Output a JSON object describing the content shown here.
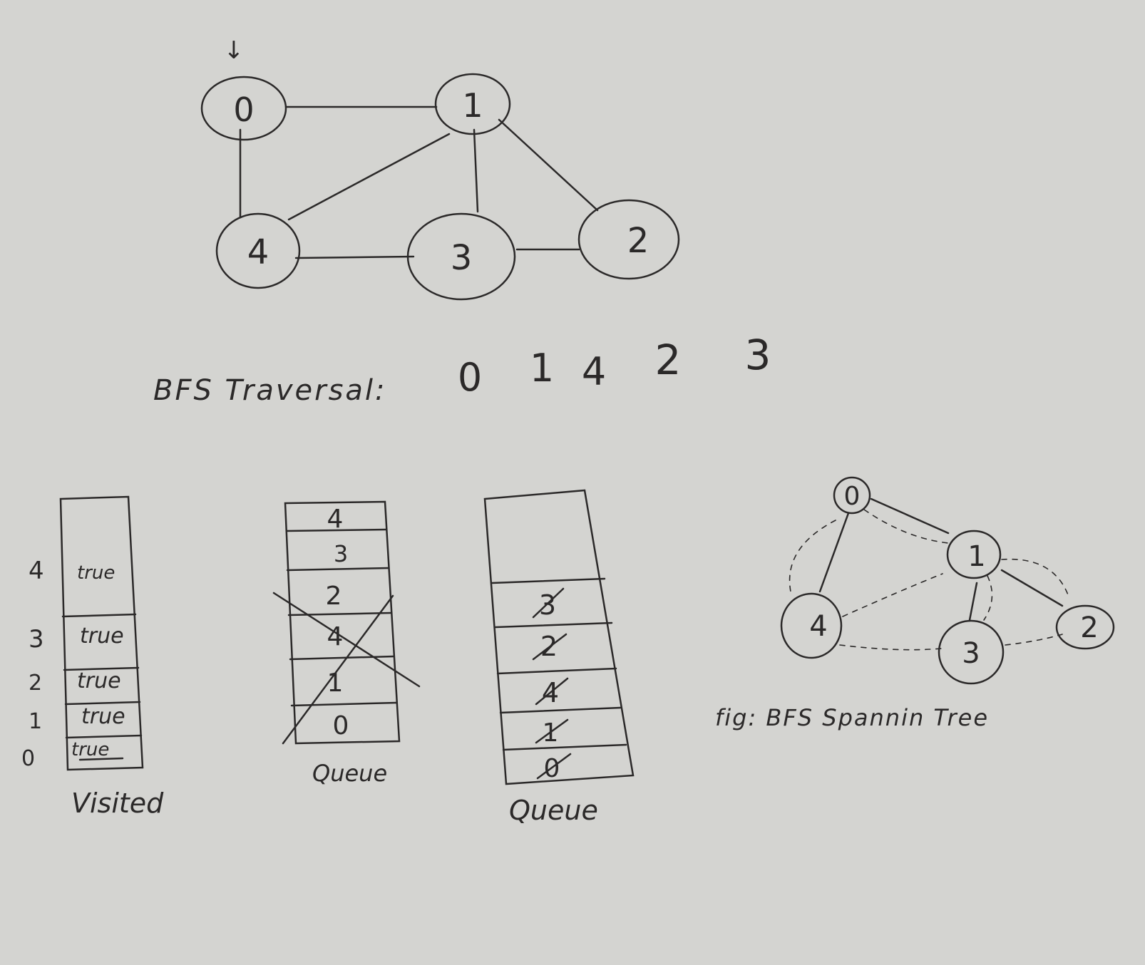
{
  "colors": {
    "paper": "#d4d4d1",
    "ink": "#2b2929"
  },
  "graph": {
    "start_marker": "↓",
    "nodes": [
      "0",
      "1",
      "2",
      "3",
      "4"
    ],
    "edges": [
      [
        "0",
        "1"
      ],
      [
        "0",
        "4"
      ],
      [
        "1",
        "4"
      ],
      [
        "1",
        "3"
      ],
      [
        "1",
        "2"
      ],
      [
        "4",
        "3"
      ],
      [
        "3",
        "2"
      ]
    ]
  },
  "traversal": {
    "label": "BFS Traversal:",
    "order": [
      "0",
      "1",
      "4",
      "2",
      "3"
    ]
  },
  "visited": {
    "caption": "Visited",
    "rows": [
      {
        "index": "4",
        "value": "true"
      },
      {
        "index": "3",
        "value": "true"
      },
      {
        "index": "2",
        "value": "true"
      },
      {
        "index": "1",
        "value": "true"
      },
      {
        "index": "0",
        "value": "true"
      }
    ]
  },
  "queue1": {
    "caption": "Queue",
    "cells": [
      "4",
      "3",
      "2",
      "4",
      "1",
      "0"
    ]
  },
  "queue2": {
    "caption": "Queue",
    "cells": [
      "3",
      "2",
      "4",
      "1",
      "0"
    ]
  },
  "spanning_tree": {
    "caption": "fig: BFS Spannin Tree",
    "nodes": [
      "0",
      "1",
      "2",
      "3",
      "4"
    ],
    "tree_edges": [
      [
        "0",
        "1"
      ],
      [
        "0",
        "4"
      ],
      [
        "1",
        "3"
      ],
      [
        "1",
        "2"
      ]
    ],
    "dashed_edges": [
      [
        "0",
        "4"
      ],
      [
        "0",
        "1"
      ],
      [
        "4",
        "1"
      ],
      [
        "4",
        "3"
      ],
      [
        "3",
        "2"
      ],
      [
        "1",
        "2"
      ],
      [
        "1",
        "3"
      ]
    ]
  }
}
